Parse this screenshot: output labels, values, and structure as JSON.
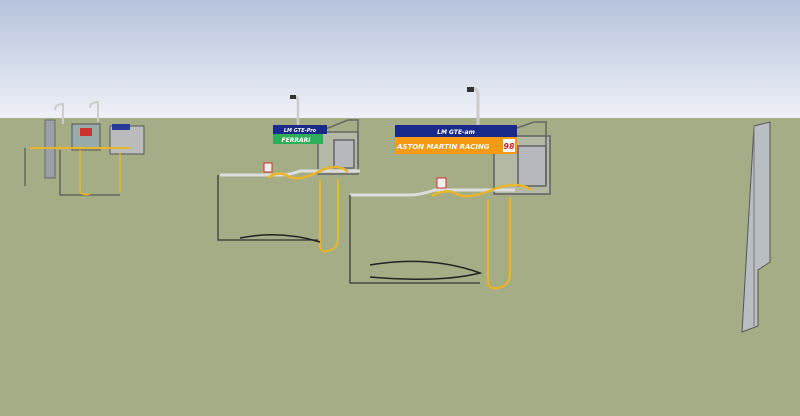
{
  "colors": {
    "sky_top": "#b8c4de",
    "sky_bottom": "#eef1f6",
    "ground": "#a5ad87",
    "hose": "#e8b52c",
    "frame": "#8a8f96"
  },
  "signs": [
    {
      "class_label": "LM GTE-Pro",
      "team_label": "FERRARI",
      "top_color": "#1a2a8a",
      "bottom_color": "#2fae5a"
    },
    {
      "class_label": "LM GTE-am",
      "team_label": "ASTON MARTIN RACING",
      "car_number": "98",
      "top_color": "#1a2a8a",
      "bottom_color": "#f59a12"
    }
  ]
}
